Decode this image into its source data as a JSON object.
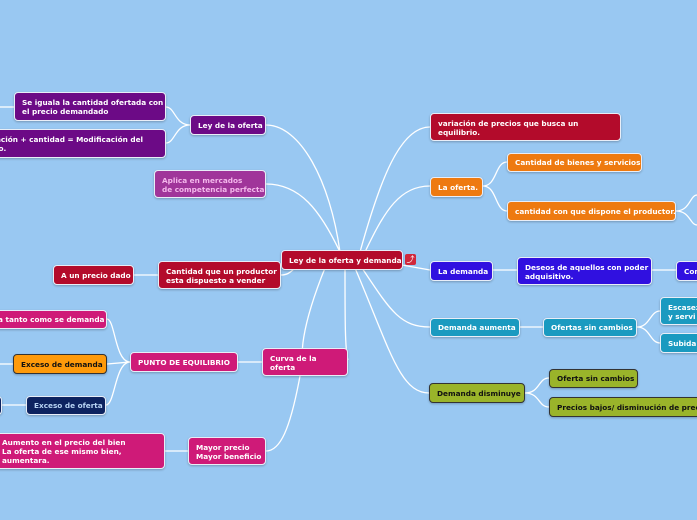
{
  "central": "Ley de la oferta y demanda",
  "left": {
    "ley_oferta": "Ley de la oferta",
    "se_iguala": [
      "Se iguala la cantidad ofertada con",
      "el precio demandado"
    ],
    "modificacion": [
      "ación + cantidad = Modificación del",
      "lo."
    ],
    "aplica": [
      "Aplica en mercados",
      "de competencia perfecta"
    ],
    "cantidad_productor": [
      "Cantidad que un productor",
      "esta dispuesto a vender"
    ],
    "precio_dado": "A un precio dado",
    "curva": [
      "Curva de la",
      "oferta"
    ],
    "punto_equilibrio": "PUNTO DE EQUILIBRIO",
    "tanto_como": "a tanto como se demanda",
    "exceso_demanda": "Exceso de demanda",
    "exceso_oferta": "Exceso de oferta",
    "mayor": [
      "Mayor precio",
      "Mayor beneficio"
    ],
    "aumento": [
      "Aumento en el precio del bien",
      "La oferta de ese mismo bien,",
      "aumentara."
    ]
  },
  "right": {
    "variacion": [
      "variación de precios que busca un",
      "equilibrio."
    ],
    "la_oferta": "La oferta.",
    "bienes": "Cantidad de bienes y servicios",
    "dispone": "cantidad con que dispone el productor.",
    "la_demanda": "La demanda",
    "deseos": [
      "Deseos de aquellos con poder",
      "adquisitivo."
    ],
    "con": "Con",
    "demanda_aumenta": "Demanda aumenta",
    "ofertas_sin_cambios": "Ofertas sin cambios",
    "escasez": [
      "Escasez",
      "y servi"
    ],
    "subida": "Subida",
    "demanda_disminuye": "Demanda disminuye",
    "oferta_sin_cambios": "Oferta sin cambios",
    "precios_bajos": "Precios bajos/ disminución de preci"
  }
}
